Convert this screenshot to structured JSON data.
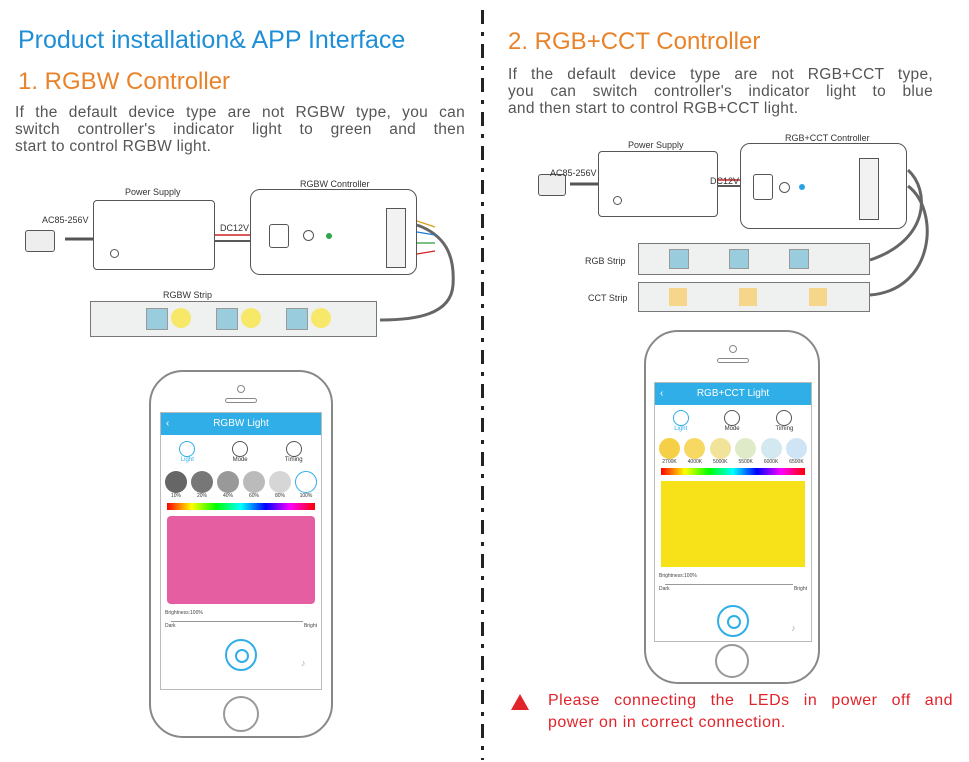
{
  "page_title": "Product installation& APP Interface",
  "left": {
    "title": "1. RGBW Controller",
    "desc_lines": [
      "If the default device type are not RGBW type, you can",
      "switch controller's indicator light to green and then",
      "start to control RGBW light."
    ],
    "diagram": {
      "power_supply": "Power Supply",
      "controller": "RGBW Controller",
      "ac": "AC85-256V",
      "dc": "DC12V",
      "strip": "RGBW Strip",
      "indicator_color": "#2ca84a"
    },
    "app": {
      "title": "RGBW Light",
      "tabs": [
        "Light",
        "Mode",
        "Timing"
      ],
      "swatch_labels": [
        "10%",
        "20%",
        "40%",
        "60%",
        "80%",
        "100%"
      ],
      "brightness": "Brightness:100%",
      "dark": "Dark",
      "bright": "Bright",
      "color_panel": "#e65ea2"
    }
  },
  "right": {
    "title": "2. RGB+CCT Controller",
    "desc_lines": [
      "If the default device type are not RGB+CCT type,",
      "you can switch controller's indicator light to blue",
      "and then start to control RGB+CCT light."
    ],
    "diagram": {
      "power_supply": "Power Supply",
      "controller": "RGB+CCT Controller",
      "ac": "AC85-256V",
      "dc": "DC12V",
      "rgb_strip": "RGB Strip",
      "cct_strip": "CCT Strip",
      "indicator_color": "#2aa3e6"
    },
    "app": {
      "title": "RGB+CCT Light",
      "tabs": [
        "Light",
        "Mode",
        "Timing"
      ],
      "swatch_labels": [
        "2700K",
        "4000K",
        "5000K",
        "5500K",
        "6000K",
        "6500K"
      ],
      "brightness": "Brightness:100%",
      "dark": "Dark",
      "bright": "Bright",
      "color_panel": "#f7e21a"
    },
    "warning": [
      "Please connecting the LEDs in power off and",
      "power on in correct connection."
    ]
  }
}
